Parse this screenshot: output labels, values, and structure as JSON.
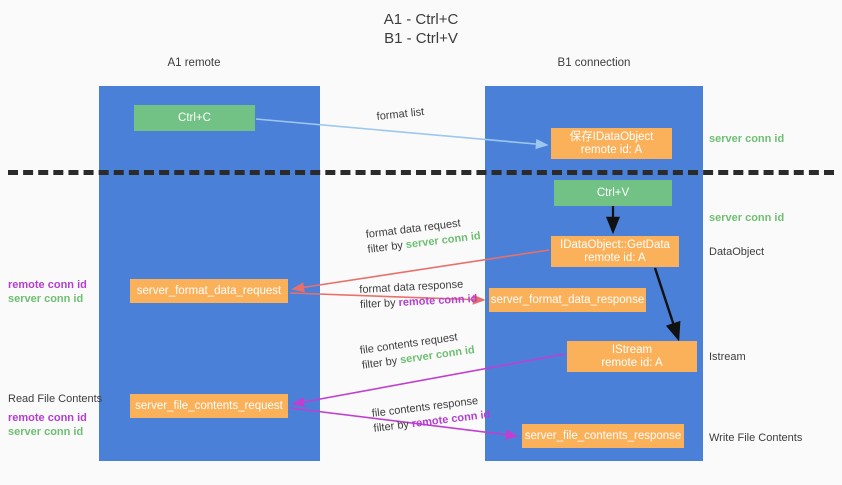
{
  "title": "A1 - Ctrl+C\nB1 - Ctrl+V",
  "columns": {
    "a1": "A1\nremote",
    "b1": "B1\nconnection"
  },
  "nodes": {
    "ctrl_c": "Ctrl+C",
    "save_idataobject": "保存IDataObject\nremote id: A",
    "ctrl_v": "Ctrl+V",
    "getdata": "IDataObject::GetData\nremote id: A",
    "server_format_data_request": "server_format_data_request",
    "server_format_data_response": "server_format_data_response",
    "istream": "IStream\nremote id: A",
    "server_file_contents_request": "server_file_contents_request",
    "server_file_contents_response": "server_file_contents_response"
  },
  "edge_labels": {
    "format_list": "format list",
    "format_data_request": "format data request",
    "format_data_request_filter_prefix": "filter by ",
    "format_data_request_filter_key": "server conn id",
    "format_data_response": "format data response",
    "format_data_response_filter_prefix": "filter by ",
    "format_data_response_filter_key": "remote conn id",
    "file_contents_request": "file contents request",
    "file_contents_request_filter_prefix": "filter by ",
    "file_contents_request_filter_key": "server conn id",
    "file_contents_response": "file contents response",
    "file_contents_response_filter_prefix": "filter by ",
    "file_contents_response_filter_key": "remote conn id"
  },
  "annotations": {
    "server_conn_id_top": "server conn id",
    "server_conn_id_mid": "server conn id",
    "dataobject": "DataObject",
    "istream": "Istream",
    "write_file_contents": "Write File Contents",
    "read_file_contents": "Read File Contents",
    "remote_conn_id_upper": "remote conn id",
    "server_conn_id_upper": "server conn id",
    "remote_conn_id_lower": "remote conn id",
    "server_conn_id_lower": "server conn id"
  },
  "colors": {
    "lane": "#4a80d8",
    "node_green": "#72c285",
    "node_orange": "#fbb05a",
    "arrow_lightblue": "#9cc7ee",
    "arrow_red": "#e8706a",
    "arrow_magenta": "#c13fd0",
    "arrow_black": "#111111",
    "text_green": "#6fbf73",
    "text_purple": "#b23fd0",
    "background": "#fafafa"
  }
}
